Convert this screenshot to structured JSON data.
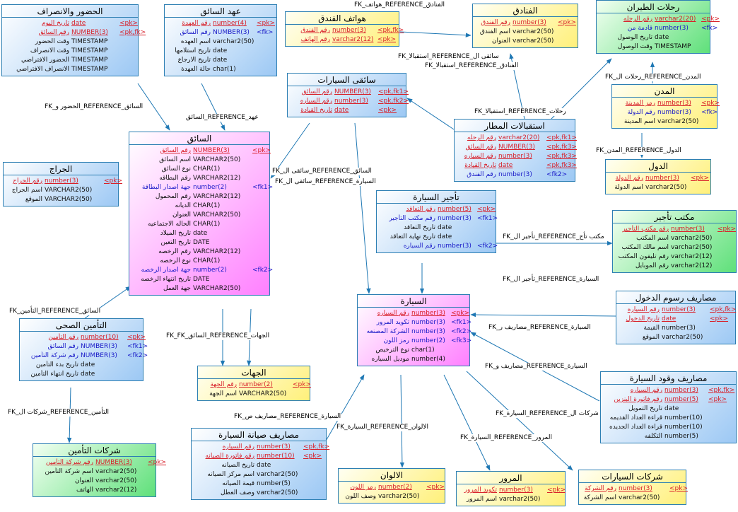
{
  "colors": {
    "line": "#2d7fb3",
    "pk_text": "#d8202a",
    "fk_text": "#1a1ac8",
    "blue_fill": "#9cc8f4",
    "yellow_fill": "#fff07a",
    "green_fill": "#5fe07a",
    "pink_fill": "#ff80ff"
  },
  "entities": {
    "attendance": {
      "title": "الحضور والانصراف",
      "columns": [
        {
          "name": "تاريخ اليوم",
          "type": "date",
          "key": "<pk>",
          "kind": "pk"
        },
        {
          "name": "رقم السائق",
          "type": "NUMBER(3)",
          "key": "<pk,fk>",
          "kind": "pk"
        },
        {
          "name": "وقت الحضور",
          "type": "TIMESTAMP",
          "key": "",
          "kind": "plain"
        },
        {
          "name": "وقت الانصراف",
          "type": "TIMESTAMP",
          "key": "",
          "kind": "plain"
        },
        {
          "name": "الحضور الافتراضي",
          "type": "TIMESTAMP",
          "key": "",
          "kind": "plain"
        },
        {
          "name": "الانصراف الافتراضي",
          "type": "TIMESTAMP",
          "key": "",
          "kind": "plain"
        }
      ]
    },
    "driver_custody": {
      "title": "عهد السائق",
      "columns": [
        {
          "name": "رقم العهدة",
          "type": "number(4)",
          "key": "<pk>",
          "kind": "pk"
        },
        {
          "name": "رقم السائق",
          "type": "NUMBER(3)",
          "key": "<fk>",
          "kind": "fk"
        },
        {
          "name": "اسم العهده",
          "type": "varchar2(50)",
          "key": "",
          "kind": "plain"
        },
        {
          "name": "تاريخ استلامها",
          "type": "date",
          "key": "",
          "kind": "plain"
        },
        {
          "name": "تاريخ الارجاع",
          "type": "date",
          "key": "",
          "kind": "plain"
        },
        {
          "name": "حالة العهدة",
          "type": "char(1)",
          "key": "",
          "kind": "plain"
        }
      ]
    },
    "hotel_phones": {
      "title": "هواتف الفندق",
      "columns": [
        {
          "name": "رقم الفندق",
          "type": "number(3)",
          "key": "<pk,fk>",
          "kind": "pk"
        },
        {
          "name": "رقم الهاتف",
          "type": "varchar2(12)",
          "key": "<pk>",
          "kind": "pk"
        }
      ]
    },
    "hotels": {
      "title": "الفنادق",
      "columns": [
        {
          "name": "رقم الفندق",
          "type": "number(3)",
          "key": "<pk>",
          "kind": "pk"
        },
        {
          "name": "اسم الفندق",
          "type": "varchar2(50)",
          "key": "",
          "kind": "plain"
        },
        {
          "name": "العنوان",
          "type": "varchar2(50)",
          "key": "",
          "kind": "plain"
        }
      ]
    },
    "flights": {
      "title": "رحلات الطيران",
      "columns": [
        {
          "name": "رقم الرحله",
          "type": "varchar2(20)",
          "key": "<pk>",
          "kind": "pk"
        },
        {
          "name": "قادمة من",
          "type": "number(3)",
          "key": "<fk>",
          "kind": "fk"
        },
        {
          "name": "تاريخ الوصول",
          "type": "date",
          "key": "",
          "kind": "plain"
        },
        {
          "name": "وقت الوصول",
          "type": "TIMESTAMP",
          "key": "",
          "kind": "plain"
        }
      ]
    },
    "cities": {
      "title": "المدن",
      "columns": [
        {
          "name": "رمز المدينة",
          "type": "number(3)",
          "key": "<pk>",
          "kind": "pk"
        },
        {
          "name": "رقم الدولة",
          "type": "number(3)",
          "key": "<fk>",
          "kind": "fk"
        },
        {
          "name": "اسم المدينة",
          "type": "varchar2(50)",
          "key": "",
          "kind": "plain"
        }
      ]
    },
    "countries": {
      "title": "الدول",
      "columns": [
        {
          "name": "رقم الدولة",
          "type": "number(3)",
          "key": "<pk>",
          "kind": "pk"
        },
        {
          "name": "اسم الدولة",
          "type": "varchar2(50)",
          "key": "",
          "kind": "plain"
        }
      ]
    },
    "car_drivers": {
      "title": "سائقى السيارات",
      "columns": [
        {
          "name": "رقم السائق",
          "type": "NUMBER(3)",
          "key": "<pk,fk1>",
          "kind": "pk"
        },
        {
          "name": "رقم السياره",
          "type": "number(3)",
          "key": "<pk,fk2>",
          "kind": "pk"
        },
        {
          "name": "تاريخ القيادة",
          "type": "date",
          "key": "<pk>",
          "kind": "pk"
        }
      ]
    },
    "airport_receptions": {
      "title": "استقبالات المطار",
      "columns": [
        {
          "name": "رقم الرحله",
          "type": "varchar2(20)",
          "key": "<pk,fk1>",
          "kind": "pk"
        },
        {
          "name": "رقم السائق",
          "type": "NUMBER(3)",
          "key": "<pk,fk3>",
          "kind": "pk"
        },
        {
          "name": "رقم السياره",
          "type": "number(3)",
          "key": "<pk,fk3>",
          "kind": "pk"
        },
        {
          "name": "تاريخ القيادة",
          "type": "date",
          "key": "<pk,fk3>",
          "kind": "pk"
        },
        {
          "name": "رقم الفندق",
          "type": "number(3)",
          "key": "<fk2>",
          "kind": "fk"
        }
      ]
    },
    "driver": {
      "title": "السائق",
      "columns": [
        {
          "name": "رقم السائق",
          "type": "NUMBER(3)",
          "key": "<pk>",
          "kind": "pk"
        },
        {
          "name": "اسم السائق",
          "type": "VARCHAR2(50)",
          "key": "",
          "kind": "plain"
        },
        {
          "name": "نوع السائق",
          "type": "CHAR(1)",
          "key": "",
          "kind": "plain"
        },
        {
          "name": "رقم البطاقه",
          "type": "VARCHAR2(12)",
          "key": "",
          "kind": "plain"
        },
        {
          "name": "جهة اصدار البطاقة",
          "type": "number(2)",
          "key": "<fk1>",
          "kind": "fk"
        },
        {
          "name": "رقم المحمول",
          "type": "VARCHAR2(12)",
          "key": "",
          "kind": "plain"
        },
        {
          "name": "الديانه",
          "type": "CHAR(1)",
          "key": "",
          "kind": "plain"
        },
        {
          "name": "العنوان",
          "type": "VARCHAR2(50)",
          "key": "",
          "kind": "plain"
        },
        {
          "name": "الحاله الاجتماعيه",
          "type": "CHAR(1)",
          "key": "",
          "kind": "plain"
        },
        {
          "name": "تاريخ الميلاد",
          "type": "date",
          "key": "",
          "kind": "plain"
        },
        {
          "name": "تاريخ التعين",
          "type": "DATE",
          "key": "",
          "kind": "plain"
        },
        {
          "name": "رقم الرخصه",
          "type": "VARCHAR2(12)",
          "key": "",
          "kind": "plain"
        },
        {
          "name": "نوع الرخصه",
          "type": "CHAR(1)",
          "key": "",
          "kind": "plain"
        },
        {
          "name": "جهة اصدار الرخصه",
          "type": "number(2)",
          "key": "<fk2>",
          "kind": "fk"
        },
        {
          "name": "تاريخ انتهاء الرخصه",
          "type": "DATE",
          "key": "",
          "kind": "plain"
        },
        {
          "name": "جهة العمل",
          "type": "VARCHAR2(50)",
          "key": "",
          "kind": "plain"
        }
      ]
    },
    "garage": {
      "title": "الجراج",
      "columns": [
        {
          "name": "رقم الجراج",
          "type": "number(3)",
          "key": "<pk>",
          "kind": "pk"
        },
        {
          "name": "اسم الجراج",
          "type": "VARCHAR2(50)",
          "key": "",
          "kind": "plain"
        },
        {
          "name": "الموقع",
          "type": "VARCHAR2(50)",
          "key": "",
          "kind": "plain"
        }
      ]
    },
    "car_rental": {
      "title": "تأجير السيارة",
      "columns": [
        {
          "name": "رقم التعاقد",
          "type": "number(5)",
          "key": "<pk>",
          "kind": "pk"
        },
        {
          "name": "رقم مكتب التأجير",
          "type": "number(3)",
          "key": "<fk1>",
          "kind": "fk"
        },
        {
          "name": "تاريخ التعاقد",
          "type": "date",
          "key": "",
          "kind": "plain"
        },
        {
          "name": "تاريخ نهاية التعاقد",
          "type": "date",
          "key": "",
          "kind": "plain"
        },
        {
          "name": "رقم السياره",
          "type": "number(3)",
          "key": "<fk2>",
          "kind": "fk"
        }
      ]
    },
    "rental_office": {
      "title": "مكتب تأجير",
      "columns": [
        {
          "name": "رقم مكتب التأجير",
          "type": "number(3)",
          "key": "<pk>",
          "kind": "pk"
        },
        {
          "name": "اسم المكتب",
          "type": "varchar2(50)",
          "key": "",
          "kind": "plain"
        },
        {
          "name": "اسم مالك المكتب",
          "type": "varchar2(50)",
          "key": "",
          "kind": "plain"
        },
        {
          "name": "رقم تليفون المكتب",
          "type": "varchar2(12)",
          "key": "",
          "kind": "plain"
        },
        {
          "name": "رقم الموبايل",
          "type": "varchar2(12)",
          "key": "",
          "kind": "plain"
        }
      ]
    },
    "car": {
      "title": "السيارة",
      "columns": [
        {
          "name": "رقم السياره",
          "type": "number(3)",
          "key": "<pk>",
          "kind": "pk"
        },
        {
          "name": "تكويد المرور",
          "type": "number(3)",
          "key": "<fk1>",
          "kind": "fk"
        },
        {
          "name": "الشركة المصنعه",
          "type": "number(3)",
          "key": "<fk2>",
          "kind": "fk"
        },
        {
          "name": "رمز اللون",
          "type": "number(2)",
          "key": "<fk3>",
          "kind": "fk"
        },
        {
          "name": "نوع الترخيص",
          "type": "char(1)",
          "key": "",
          "kind": "plain"
        },
        {
          "name": "موديل السياره",
          "type": "number(4)",
          "key": "",
          "kind": "plain"
        }
      ]
    },
    "entry_fees": {
      "title": "مصاريف رسوم الدخول",
      "columns": [
        {
          "name": "رقم السياره",
          "type": "number(3)",
          "key": "<pk,fk>",
          "kind": "pk"
        },
        {
          "name": "تاريخ الدخول",
          "type": "date",
          "key": "<pk>",
          "kind": "pk"
        },
        {
          "name": "القيمة",
          "type": "number(3)",
          "key": "",
          "kind": "plain"
        },
        {
          "name": "الموقع",
          "type": "varchar2(50)",
          "key": "",
          "kind": "plain"
        }
      ]
    },
    "health_insurance": {
      "title": "التأمين الصحى",
      "columns": [
        {
          "name": "رقم التأمين",
          "type": "number(10)",
          "key": "<pk>",
          "kind": "pk"
        },
        {
          "name": "رقم السائق",
          "type": "NUMBER(3)",
          "key": "<fk1>",
          "kind": "fk"
        },
        {
          "name": "رقم شركة التأمين",
          "type": "NUMBER(3)",
          "key": "<fk2>",
          "kind": "fk"
        },
        {
          "name": "تاريخ بدء التأمين",
          "type": "date",
          "key": "",
          "kind": "plain"
        },
        {
          "name": "تاريخ انتهاء التأمين",
          "type": "date",
          "key": "",
          "kind": "plain"
        }
      ]
    },
    "authorities": {
      "title": "الجهات",
      "columns": [
        {
          "name": "رقم الجهة",
          "type": "number(2)",
          "key": "<pk>",
          "kind": "pk"
        },
        {
          "name": "اسم الجهة",
          "type": "VARCHAR2(50)",
          "key": "",
          "kind": "plain"
        }
      ]
    },
    "fuel_expenses": {
      "title": "مصاريف وقود السيارة",
      "columns": [
        {
          "name": "رقم السياره",
          "type": "number(3)",
          "key": "<pk,fk>",
          "kind": "pk"
        },
        {
          "name": "رقم فاتورة البنزين",
          "type": "number(5)",
          "key": "<pk>",
          "kind": "pk"
        },
        {
          "name": "تاريخ التمويل",
          "type": "date",
          "key": "",
          "kind": "plain"
        },
        {
          "name": "قراءة العداد القديمه",
          "type": "number(10)",
          "key": "",
          "kind": "plain"
        },
        {
          "name": "قراءة العداد الجديده",
          "type": "number(10)",
          "key": "",
          "kind": "plain"
        },
        {
          "name": "التكلفه",
          "type": "number(5)",
          "key": "",
          "kind": "plain"
        }
      ]
    },
    "maintenance_expenses": {
      "title": "مصاريف صيانة السيارة",
      "columns": [
        {
          "name": "رقم السياره",
          "type": "number(3)",
          "key": "<pk,fk>",
          "kind": "pk"
        },
        {
          "name": "رقم فاتورة الصيانه",
          "type": "number(10)",
          "key": "<pk>",
          "kind": "pk"
        },
        {
          "name": "تاريخ الصيانه",
          "type": "date",
          "key": "",
          "kind": "plain"
        },
        {
          "name": "اسم مركز الصيانه",
          "type": "varchar2(50)",
          "key": "",
          "kind": "plain"
        },
        {
          "name": "قيمة الصيانه",
          "type": "number(5)",
          "key": "",
          "kind": "plain"
        },
        {
          "name": "وصف العطل",
          "type": "varchar2(50)",
          "key": "",
          "kind": "plain"
        }
      ]
    },
    "insurance_companies": {
      "title": "شركات التأمين",
      "columns": [
        {
          "name": "رقم شركة التأمين",
          "type": "NUMBER(3)",
          "key": "<pk>",
          "kind": "pk"
        },
        {
          "name": "اسم شركة التأمين",
          "type": "varchar2(50)",
          "key": "",
          "kind": "plain"
        },
        {
          "name": "العنوان",
          "type": "varchar2(50)",
          "key": "",
          "kind": "plain"
        },
        {
          "name": "الهاتف",
          "type": "varchar2(12)",
          "key": "",
          "kind": "plain"
        }
      ]
    },
    "colors_table": {
      "title": "الالوان",
      "columns": [
        {
          "name": "رمز اللون",
          "type": "number(2)",
          "key": "<pk>",
          "kind": "pk"
        },
        {
          "name": "وصف اللون",
          "type": "varchar2(50)",
          "key": "",
          "kind": "plain"
        }
      ]
    },
    "traffic": {
      "title": "المرور",
      "columns": [
        {
          "name": "تكويد المرور",
          "type": "number(3)",
          "key": "<pk>",
          "kind": "pk"
        },
        {
          "name": "اسم المرور",
          "type": "varchar2(50)",
          "key": "",
          "kind": "plain"
        }
      ]
    },
    "car_companies": {
      "title": "شركات السيارات",
      "columns": [
        {
          "name": "رقم الشركة",
          "type": "number(3)",
          "key": "<pk>",
          "kind": "pk"
        },
        {
          "name": "اسم الشركة",
          "type": "varchar2(50)",
          "key": "",
          "kind": "plain"
        }
      ]
    }
  },
  "relations": [
    {
      "label": "FK_الحضور و_REFERENCE_السائق"
    },
    {
      "label": "السائق_REFERENCE_عهد"
    },
    {
      "label": "FK_هواتف_REFERENCE_الفنادق"
    },
    {
      "label": "FK_استقبالا_REFERENCE_الفنادق"
    },
    {
      "label": "FK_رحلات ال_REFERENCE_المدن"
    },
    {
      "label": "FK_استقبالا_REFERENCE_رحلات"
    },
    {
      "label": "FK_المدن_REFERENCE_الدول"
    },
    {
      "label": "FK_سائقى ال_REFERENCE_السائق"
    },
    {
      "label": "FK_استقبالا_REFERENCE_سائقى ال"
    },
    {
      "label": "FK_سائقى ال_REFERENCE_السيارة"
    },
    {
      "label": "FK_تأجير ال_REFERENCE_مكتب تأج"
    },
    {
      "label": "FK_تأجير ال_REFERENCE_السيارة"
    },
    {
      "label": "FK_مصاريف ر_REFERENCE_السيارة"
    },
    {
      "label": "FK_مصاريف و_REFERENCE_السيارة"
    },
    {
      "label": "FK_التأمين_REFERENCE_السائق"
    },
    {
      "label": "FK_FK_السائق_REFERENCE_الجهات"
    },
    {
      "label": "FK_شركات ال_REFERENCE_التأمين"
    },
    {
      "label": "FK_مصاريف ص_REFERENCE_السيارة"
    },
    {
      "label": "FK_السيارة_REFERENCE_الالوان"
    },
    {
      "label": "FK_السيارة_REFERENCE_المرور"
    },
    {
      "label": "FK_السيارة_REFERENCE_شركات ال"
    }
  ]
}
